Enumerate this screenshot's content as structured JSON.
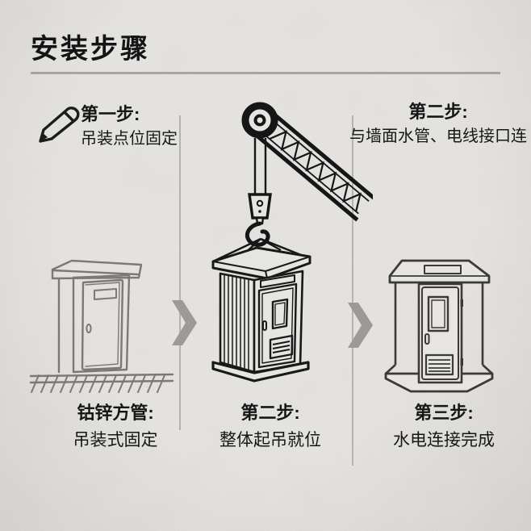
{
  "header": {
    "title": "安装步骤"
  },
  "annotations": {
    "step1": {
      "label": "第一步:",
      "desc": "吊装点位固定",
      "icon": "pencil-icon"
    },
    "step2": {
      "label": "第二步:",
      "desc": "与墙面水管、电线接口连"
    }
  },
  "captions": {
    "left": {
      "label": "钴锌方管:",
      "desc": "吊装式固定"
    },
    "center": {
      "label": "第二步:",
      "desc": "整体起吊就位"
    },
    "right": {
      "label": "第三步:",
      "desc": "水电连接完成"
    }
  },
  "illustrations": {
    "left": "portable-toilet-ground-sketch",
    "center": "portable-toilet-lifted-by-crane",
    "right": "portable-toilet-installed",
    "arrow": "chevron-right"
  },
  "colors": {
    "background": "#e7e5e2",
    "ink": "#161616",
    "sketch_light": "#7b7974",
    "sketch_dark": "#3b3a36",
    "divider": "#b5b3af",
    "arrow": "#9c9a96",
    "underline": "#a7a5a1"
  }
}
